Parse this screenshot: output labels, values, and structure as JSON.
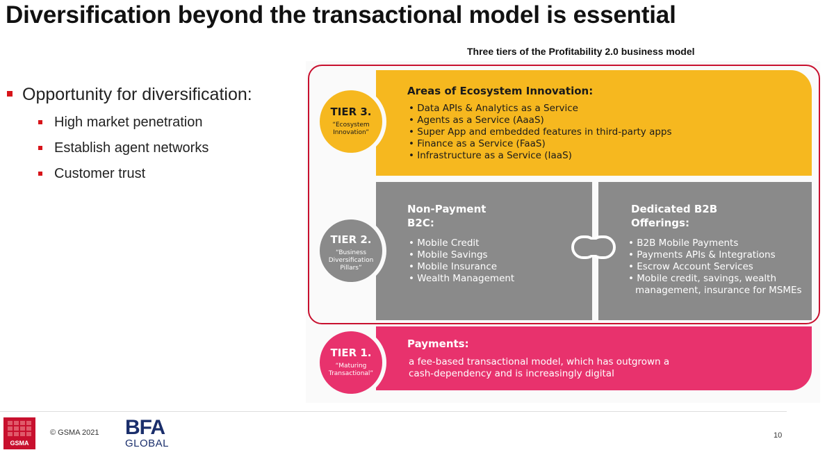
{
  "slide": {
    "title": "Diversification beyond the transactional model is essential",
    "page_number": "10"
  },
  "bullets": {
    "main": "Opportunity for diversification:",
    "items": [
      "High market penetration",
      "Establish agent networks",
      "Customer trust"
    ]
  },
  "diagram": {
    "title": "Three tiers of the Profitability 2.0 business model",
    "tier3": {
      "label": "TIER 3.",
      "sublabel": "“Ecosystem Innovation”",
      "heading": "Areas of Ecosystem Innovation:",
      "items": [
        "Data APIs & Analytics as a Service",
        "Agents as a Service (AaaS)",
        "Super App and embedded features in third-party apps",
        "Finance as a Service (FaaS)",
        "Infrastructure as a Service (IaaS)"
      ],
      "color": "#f6b81f"
    },
    "tier2": {
      "label": "TIER 2.",
      "sublabel": "“Business Diversification Pillars”",
      "color": "#8a8a8a",
      "left": {
        "heading": "Non-Payment B2C:",
        "items": [
          "Mobile Credit",
          "Mobile Savings",
          "Mobile Insurance",
          "Wealth Management"
        ]
      },
      "right": {
        "heading": "Dedicated B2B Offerings:",
        "items": [
          "B2B Mobile Payments",
          "Payments APIs & Integrations",
          "Escrow Account Services",
          "Mobile credit, savings, wealth management, insurance for MSMEs"
        ]
      }
    },
    "tier1": {
      "label": "TIER 1.",
      "sublabel": "“Maturing Transactional”",
      "heading": "Payments:",
      "text": "a fee-based transactional model, which has outgrown a cash-dependency and is increasingly digital",
      "color": "#e8326d"
    },
    "highlight_color": "#c8102e"
  },
  "footer": {
    "copyright": "© GSMA 2021",
    "gsma_logo_text": "GSMA",
    "bfa_logo_big": "BFA",
    "bfa_logo_small": "GLOBAL"
  }
}
